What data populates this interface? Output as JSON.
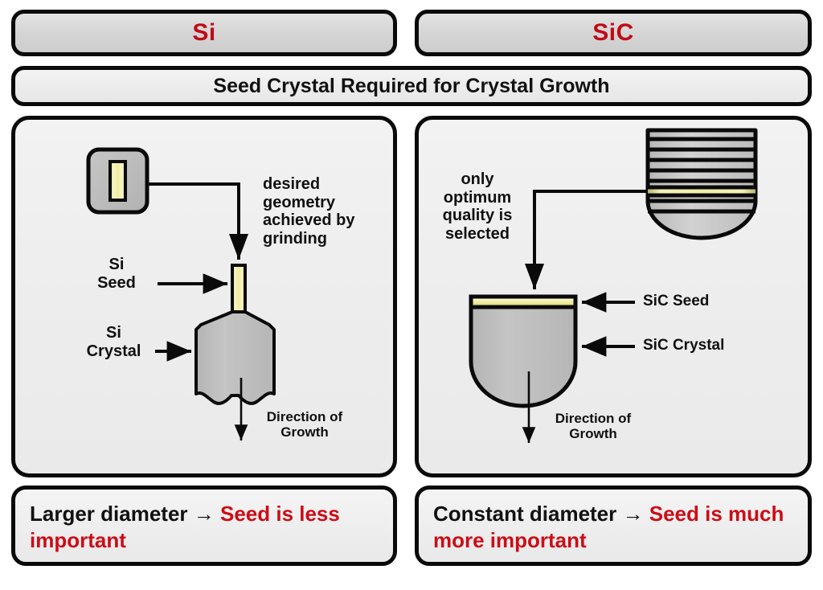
{
  "headers": [
    {
      "label": "Si",
      "color": "#c00a16"
    },
    {
      "label": "SiC",
      "color": "#c00a16"
    }
  ],
  "band": {
    "label": "Seed Crystal Required for Crystal Growth"
  },
  "panels": {
    "si": {
      "seed_block_caption": "",
      "annotation_grinding": "desired\ngeometry\nachieved by\ngrinding",
      "label_seed": "Si\nSeed",
      "label_crystal": "Si\nCrystal",
      "label_direction": "Direction of\nGrowth"
    },
    "sic": {
      "annotation_quality": "only\noptimum\nquality is\nselected",
      "label_seed": "SiC Seed",
      "label_crystal": "SiC Crystal",
      "label_direction": "Direction of\nGrowth"
    }
  },
  "conclusions": {
    "left": {
      "black_part": "Larger diameter ",
      "arrow": "→",
      "red_part": " Seed is less important"
    },
    "right": {
      "black_part": "Constant diameter ",
      "arrow": "→",
      "red_part": " Seed is much more important"
    }
  },
  "colors": {
    "accent_red": "#c00a16",
    "crystal_gray": "#bdbdbd",
    "seed_yellow": "#efec9a",
    "outline_black": "#0a0a0a",
    "panel_bg": "#efefef"
  },
  "sic_boule": {
    "stripe_count": 10,
    "highlight_stripe_index": 7
  }
}
